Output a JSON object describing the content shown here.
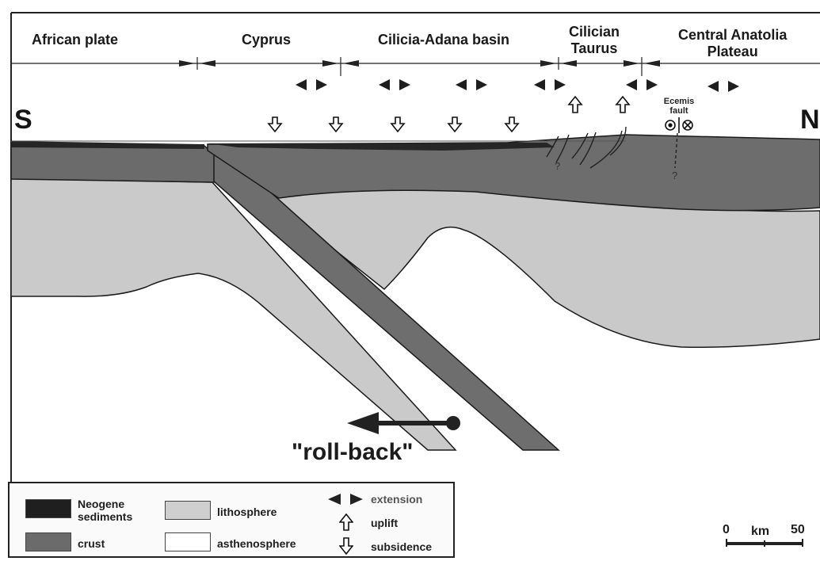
{
  "side_labels": {
    "south": "S",
    "north": "N"
  },
  "regions": [
    {
      "id": "african-plate",
      "line1": "African plate",
      "line2": ""
    },
    {
      "id": "cyprus",
      "line1": "Cyprus",
      "line2": ""
    },
    {
      "id": "cilicia-adana",
      "line1": "Cilicia-Adana basin",
      "line2": ""
    },
    {
      "id": "cilician-taurus",
      "line1": "Cilician",
      "line2": "Taurus"
    },
    {
      "id": "central-anatolia",
      "line1": "Central Anatolia",
      "line2": "Plateau"
    }
  ],
  "fault": {
    "line1": "Ecemis",
    "line2": "fault"
  },
  "uncertain_mark": "?",
  "rollback_label": "\"roll-back\"",
  "legend": {
    "neogene_line1": "Neogene",
    "neogene_line2": "sediments",
    "crust": "crust",
    "lithosphere": "lithosphere",
    "asthenosphere": "asthenosphere",
    "extension": "extension",
    "uplift": "uplift",
    "subsidence": "subsidence"
  },
  "scale": {
    "start": "0",
    "unit": "km",
    "end": "50"
  },
  "colors": {
    "sediments": "#262626",
    "crust": "#6b6b6b",
    "lithosphere": "#c8c8c8",
    "asthenosphere": "#ffffff",
    "outline": "#1a1a1a"
  }
}
